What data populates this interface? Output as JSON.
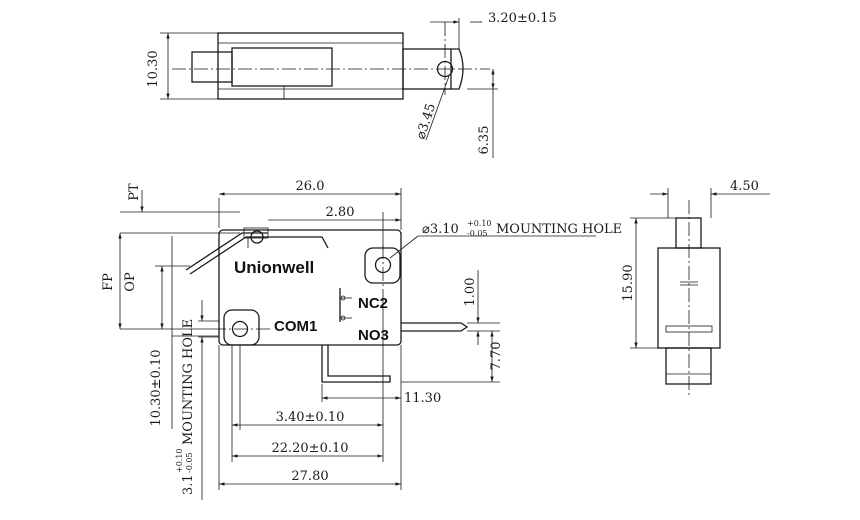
{
  "top_view": {
    "width_label": "10.30",
    "terminal_label": "3.20±0.15",
    "hole_label": "⌀3.45",
    "height_label": "6.35"
  },
  "front_view": {
    "length_label": "26.0",
    "pt_label": "PT",
    "hole_offset_label": "2.80",
    "mounting_hole_main": "⌀3.10",
    "mounting_hole_tol_plus": "+0.10",
    "mounting_hole_tol_minus": "-0.05",
    "mounting_hole_text": "MOUNTING HOLE",
    "fp_label": "FP",
    "op_label": "OP",
    "brand": "Unionwell",
    "nc_label": "NC2",
    "no_label": "NO3",
    "com_label": "COM1",
    "term_thickness_label": "1.00",
    "term_pos_label": "7.70",
    "term_len_label": "11.30",
    "hole_x_label": "3.40±0.10",
    "hole_span_label": "22.20±0.10",
    "overall_label": "27.80",
    "height_label": "10.30±0.10",
    "left_hole_main": "3.1",
    "left_hole_tol_plus": "+0.10",
    "left_hole_tol_minus": "-0.05",
    "left_hole_text": "MOUNTING HOLE"
  },
  "side_view": {
    "width_label": "4.50",
    "height_label": "15.90"
  }
}
